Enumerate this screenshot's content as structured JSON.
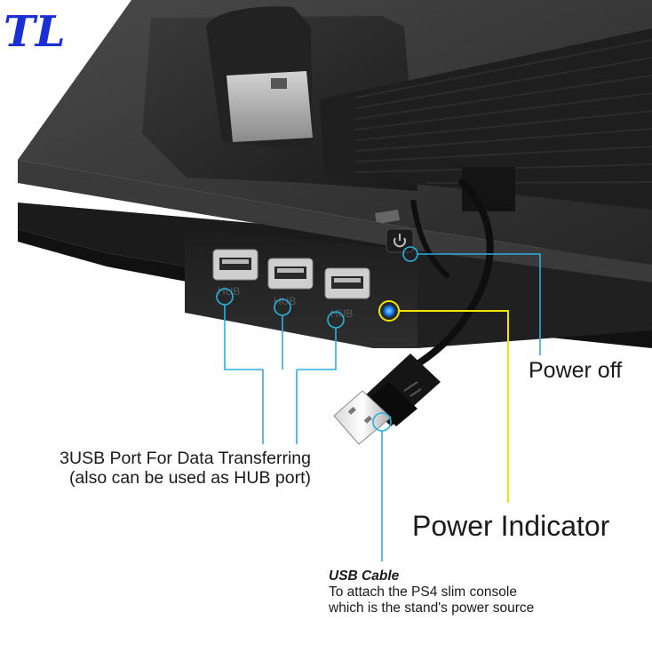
{
  "logo": {
    "text": "TL",
    "color": "#1a2fd6"
  },
  "colors": {
    "callout": "#2ab0e0",
    "indicator": "#f2e600",
    "indicator_glow": "#1e8cff",
    "stand_body": "#2b2b2b"
  },
  "hub_port_label": "HUB",
  "callouts": {
    "ports": {
      "line1": "3USB Port For Data Transferring",
      "line2": "(also can be used as HUB port)"
    },
    "power_off": {
      "text": "Power off"
    },
    "power_indicator": {
      "text": "Power Indicator"
    },
    "usb_cable": {
      "title": "USB Cable",
      "line1": "To attach the PS4 slim console",
      "line2": "which is the stand's power source"
    }
  }
}
